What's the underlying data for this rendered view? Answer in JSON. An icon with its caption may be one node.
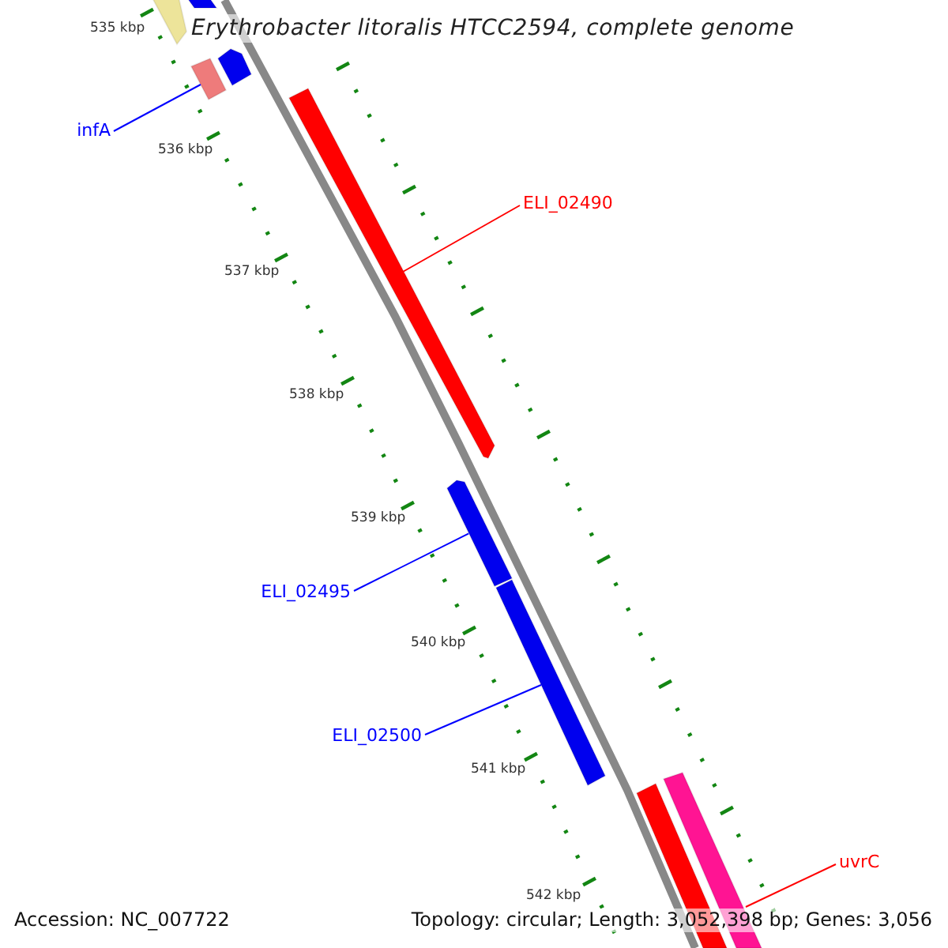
{
  "diagram": {
    "title": "Erythrobacter litoralis HTCC2594, complete genome",
    "nodes": [
      {
        "text": [],
        "shape": "bar"
      },
      {
        "text": [],
        "shape": "bar"
      },
      {
        "text": [],
        "shape": "bar"
      },
      {
        "text": [],
        "shape": "bar"
      },
      {
        "text": [
          "infA"
        ]
      },
      {
        "text": [],
        "shape": "bar"
      },
      {
        "text": [
          "ELI_02490"
        ]
      },
      {
        "text": [],
        "shape": "bar"
      },
      {
        "text": [
          "ELI_02495"
        ]
      },
      {
        "text": [],
        "shape": "bar"
      },
      {
        "text": [
          "ELI_02500"
        ]
      },
      {
        "text": [],
        "shape": "bar"
      },
      {
        "text": [],
        "shape": "bar"
      },
      {
        "text": [
          "uvrC"
        ]
      }
    ],
    "edges": [
      {
        "from": 4,
        "to": 3,
        "arrow": "none"
      },
      {
        "from": 6,
        "to": 5,
        "arrow": "none",
        "color": "#ff0000"
      },
      {
        "from": 8,
        "to": 7,
        "arrow": "none"
      },
      {
        "from": 10,
        "to": 9,
        "arrow": "none"
      },
      {
        "from": 13,
        "to": 12,
        "arrow": "none",
        "color": "#ff0000"
      }
    ],
    "labels": [
      "535 kbp",
      "536 kbp",
      "537 kbp",
      "538 kbp",
      "539 kbp",
      "540 kbp",
      "541 kbp",
      "542 kbp",
      "Accession: NC_007722",
      "Topology: circular; Length: 3,052,398 bp; Genes: 3,056"
    ]
  }
}
